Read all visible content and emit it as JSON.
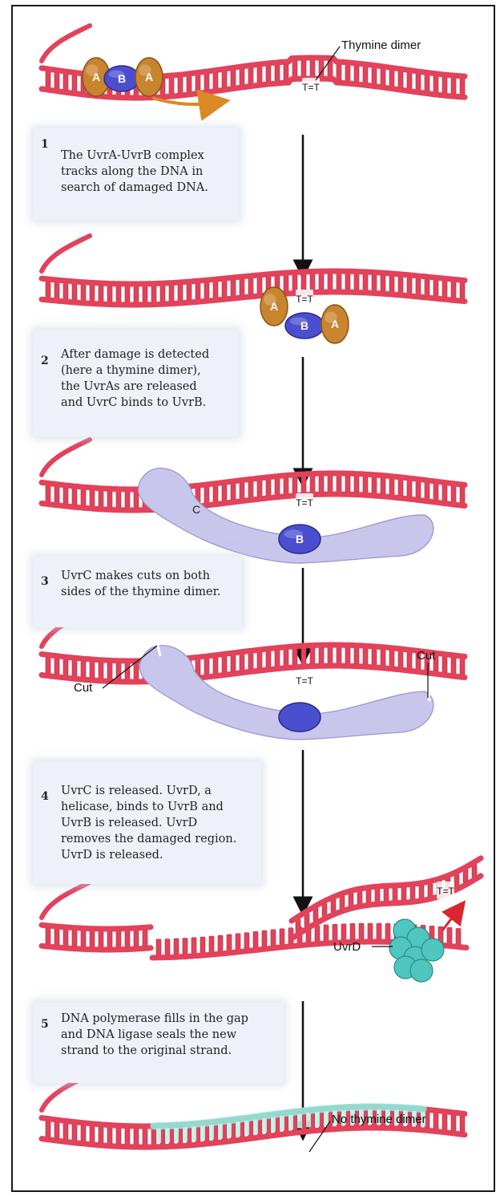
{
  "labels": {
    "thymine_dimer": "Thymine dimer",
    "no_thymine_dimer": "No thymine dimer",
    "dimer": "T=T",
    "cut": "Cut",
    "uvrd": "UvrD",
    "protein_a": "A",
    "protein_b": "B",
    "protein_c": "C"
  },
  "steps": [
    {
      "number": "1",
      "text": "The UvrA-UvrB complex\ntracks along the DNA in\nsearch of damaged DNA."
    },
    {
      "number": "2",
      "text": "After damage is detected\n(here a thymine dimer),\nthe UvrAs are released\nand UvrC binds to UvrB."
    },
    {
      "number": "3",
      "text": "UvrC makes cuts on both\nsides of the thymine dimer."
    },
    {
      "number": "4",
      "text": "UvrC is released. UvrD, a\nhelicase, binds to UvrB and\nUvrB is released. UvrD\nremoves the damaged region.\nUvrD is released."
    },
    {
      "number": "5",
      "text": "DNA polymerase fills in the gap\nand DNA ligase seals the new\nstrand to the original strand."
    }
  ],
  "colors": {
    "dna": "#e2425a",
    "dna_light": "#f27a8a",
    "uvra": "#c9842e",
    "uvrb": "#4a4fd0",
    "uvrc": "#c9c6ec",
    "uvrd": "#4fc6c0",
    "new_strand": "#8fe8da",
    "box": "#eef2f8"
  }
}
